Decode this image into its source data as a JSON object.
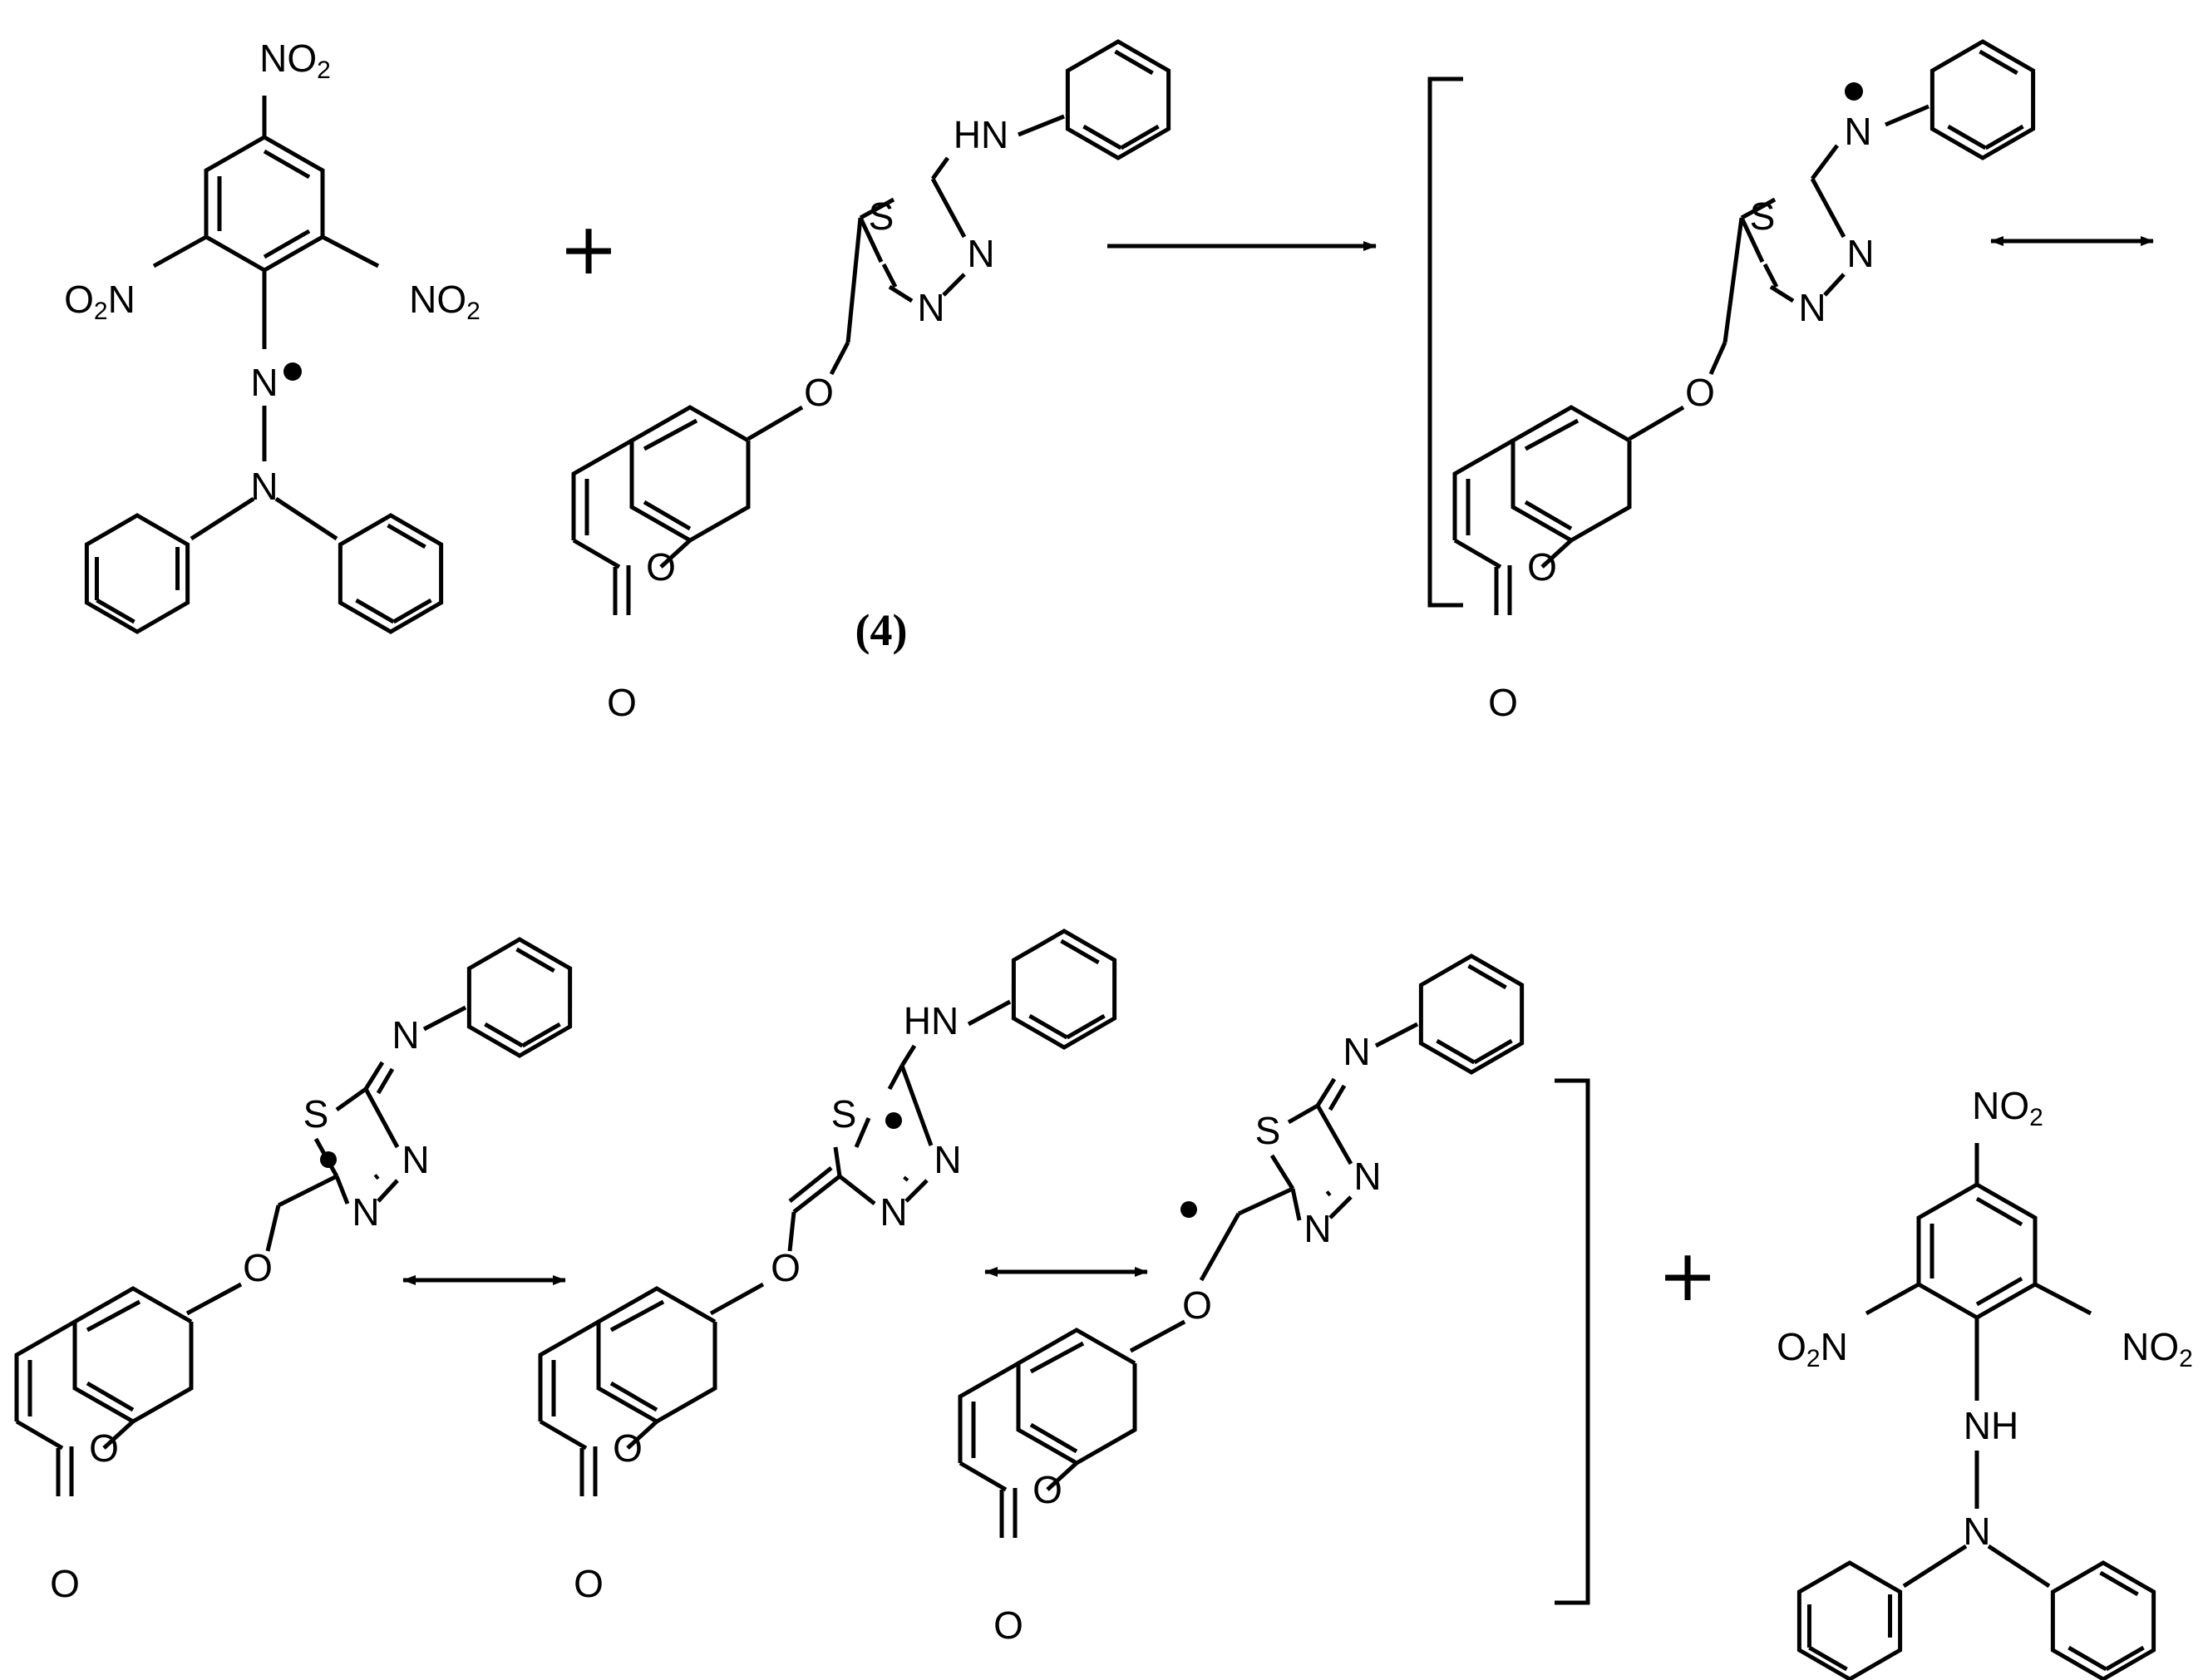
{
  "labels": {
    "NO2": "NO",
    "O2N": "O",
    "O2N_tail": "N",
    "sub2": "2",
    "N": "N",
    "NH": "NH",
    "HN": "HN",
    "S": "S",
    "O": "O",
    "compound_4": "(4)",
    "plus": "+"
  },
  "colors": {
    "ink": "#000000",
    "background": "#ffffff"
  }
}
